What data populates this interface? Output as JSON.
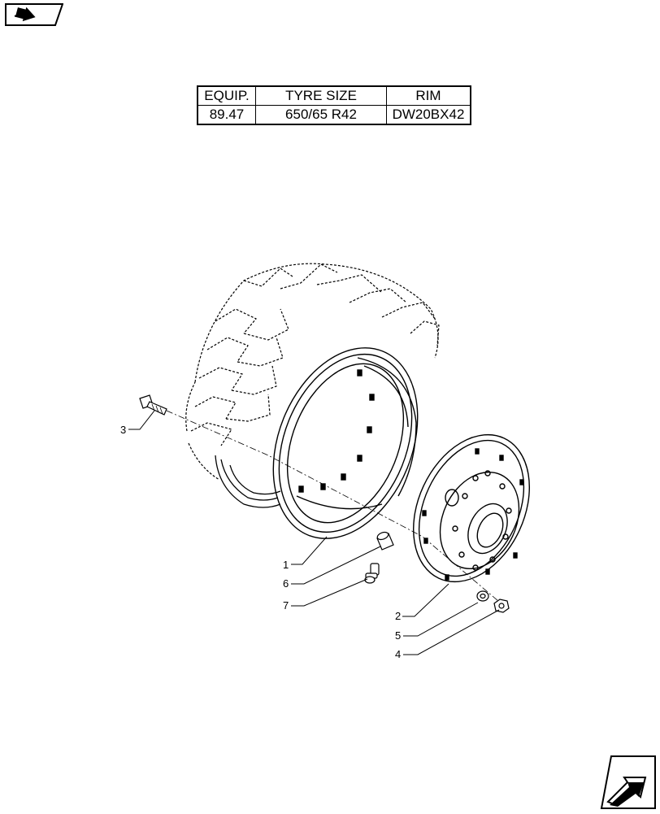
{
  "nav": {
    "back_icon": "back-arrow-icon",
    "next_icon": "next-arrow-icon"
  },
  "spec_table": {
    "headers": [
      "EQUIP.",
      "TYRE SIZE",
      "RIM"
    ],
    "row": [
      "89.47",
      "650/65 R42",
      "DW20BX42"
    ]
  },
  "callouts": {
    "c1": "1",
    "c2": "2",
    "c3": "3",
    "c4": "4",
    "c5": "5",
    "c6": "6",
    "c7": "7"
  }
}
